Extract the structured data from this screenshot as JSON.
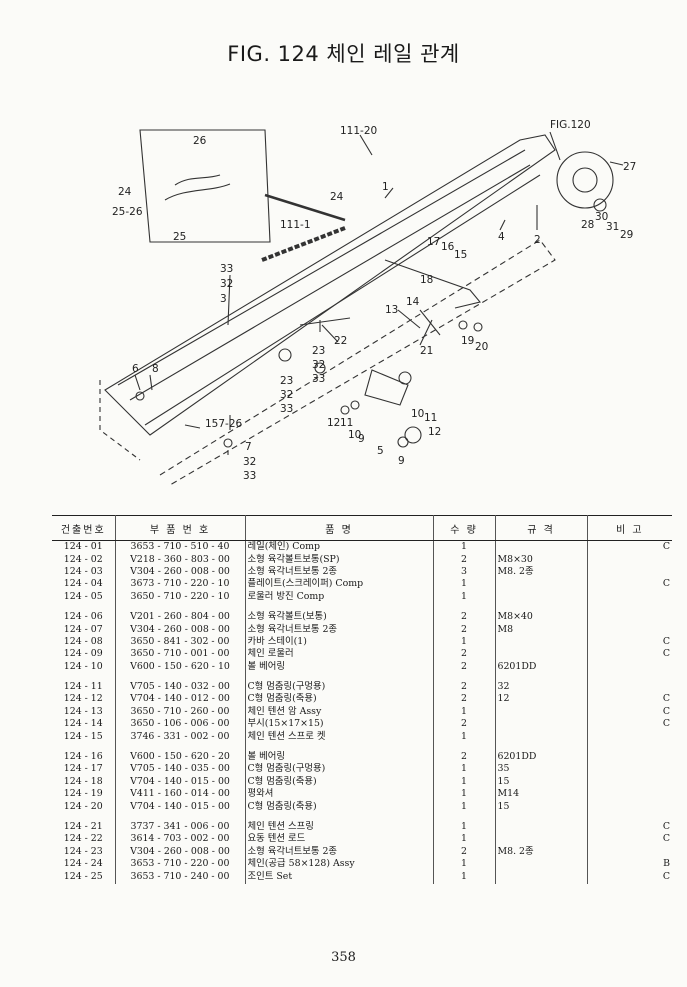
{
  "title": "FIG. 124 체인 레일 관계",
  "figure_labels": {
    "l111_20": "111-20",
    "fig120": "FIG.120",
    "l26": "26",
    "l24a": "24",
    "l25_26": "25-26",
    "l25": "25",
    "l24b": "24",
    "l111_1": "111-1",
    "l1": "1",
    "l27": "27",
    "l4": "4",
    "l2": "2",
    "l28": "28",
    "l30": "30",
    "l31": "31",
    "l29": "29",
    "l17": "17",
    "l16": "16",
    "l15": "15",
    "l18": "18",
    "l14": "14",
    "l13": "13",
    "l33a": "33",
    "l32a": "32",
    "l3": "3",
    "l22": "22",
    "l23a": "23",
    "l32b": "32",
    "l33b": "33",
    "l21": "21",
    "l19": "19",
    "l20": "20",
    "l6": "6",
    "l8": "8",
    "l23b": "23",
    "l32c": "32",
    "l33c": "33",
    "l157_26": "157-26",
    "l7": "7",
    "l32d": "32",
    "l33d": "33",
    "l12a": "12",
    "l11a": "11",
    "l10a": "10",
    "l9a": "9",
    "l5": "5",
    "l10b": "10",
    "l11b": "11",
    "l12b": "12",
    "l9b": "9"
  },
  "table": {
    "headers": [
      "건출번호",
      "부 품 번 호",
      "품 명",
      "수 량",
      "규 격",
      "비 고"
    ],
    "groups": [
      [
        {
          "no": "124 - 01",
          "part": "3653 - 710 - 510 - 40",
          "name": "레일(체인) Comp",
          "qty": "1",
          "spec": "",
          "remark": "C"
        },
        {
          "no": "124 - 02",
          "part": "V218 - 360 - 803 - 00",
          "name": "소형 육각볼트보통(SP)",
          "qty": "2",
          "spec": "M8×30",
          "remark": ""
        },
        {
          "no": "124 - 03",
          "part": "V304 - 260 - 008 - 00",
          "name": "소형 육각너트보통 2종",
          "qty": "3",
          "spec": "M8. 2종",
          "remark": ""
        },
        {
          "no": "124 - 04",
          "part": "3673 - 710 - 220 - 10",
          "name": "플레이트(스크레이퍼) Comp",
          "qty": "1",
          "spec": "",
          "remark": "C"
        },
        {
          "no": "124 - 05",
          "part": "3650 - 710 - 220 - 10",
          "name": "로울러 방진 Comp",
          "qty": "1",
          "spec": "",
          "remark": ""
        }
      ],
      [
        {
          "no": "124 - 06",
          "part": "V201 - 260 - 804 - 00",
          "name": "소형 육각볼트(보통)",
          "qty": "2",
          "spec": "M8×40",
          "remark": ""
        },
        {
          "no": "124 - 07",
          "part": "V304 - 260 - 008 - 00",
          "name": "소형 육각너트보통 2종",
          "qty": "2",
          "spec": "M8",
          "remark": ""
        },
        {
          "no": "124 - 08",
          "part": "3650 - 841 - 302 - 00",
          "name": "카바 스테이(1)",
          "qty": "1",
          "spec": "",
          "remark": "C"
        },
        {
          "no": "124 - 09",
          "part": "3650 - 710 - 001 - 00",
          "name": "체인 로울러",
          "qty": "2",
          "spec": "",
          "remark": "C"
        },
        {
          "no": "124 - 10",
          "part": "V600 - 150 - 620 - 10",
          "name": "볼 베어링",
          "qty": "2",
          "spec": "6201DD",
          "remark": ""
        }
      ],
      [
        {
          "no": "124 - 11",
          "part": "V705 - 140 - 032 - 00",
          "name": "C형 멈춤링(구멍용)",
          "qty": "2",
          "spec": "32",
          "remark": ""
        },
        {
          "no": "124 - 12",
          "part": "V704 - 140 - 012 - 00",
          "name": "C형 멈춤링(축용)",
          "qty": "2",
          "spec": "12",
          "remark": "C"
        },
        {
          "no": "124 - 13",
          "part": "3650 - 710 - 260 - 00",
          "name": "체인 텐션 암 Assy",
          "qty": "1",
          "spec": "",
          "remark": "C"
        },
        {
          "no": "124 - 14",
          "part": "3650 - 106 - 006 - 00",
          "name": "부시(15×17×15)",
          "qty": "2",
          "spec": "",
          "remark": "C"
        },
        {
          "no": "124 - 15",
          "part": "3746 - 331 - 002 - 00",
          "name": "체인 텐션 스프로 켓",
          "qty": "1",
          "spec": "",
          "remark": ""
        }
      ],
      [
        {
          "no": "124 - 16",
          "part": "V600 - 150 - 620 - 20",
          "name": "볼 베어링",
          "qty": "2",
          "spec": "6201DD",
          "remark": ""
        },
        {
          "no": "124 - 17",
          "part": "V705 - 140 - 035 - 00",
          "name": "C형 멈춤링(구멍용)",
          "qty": "1",
          "spec": "35",
          "remark": ""
        },
        {
          "no": "124 - 18",
          "part": "V704 - 140 - 015 - 00",
          "name": "C형 멈춤링(축용)",
          "qty": "1",
          "spec": "15",
          "remark": ""
        },
        {
          "no": "124 - 19",
          "part": "V411 - 160 - 014 - 00",
          "name": "평와셔",
          "qty": "1",
          "spec": "M14",
          "remark": ""
        },
        {
          "no": "124 - 20",
          "part": "V704 - 140 - 015 - 00",
          "name": "C형 멈춤링(축용)",
          "qty": "1",
          "spec": "15",
          "remark": ""
        }
      ],
      [
        {
          "no": "124 - 21",
          "part": "3737 - 341 - 006 - 00",
          "name": "체인 텐션 스프링",
          "qty": "1",
          "spec": "",
          "remark": "C"
        },
        {
          "no": "124 - 22",
          "part": "3614 - 703 - 002 - 00",
          "name": "요동 텐션 로드",
          "qty": "1",
          "spec": "",
          "remark": "C"
        },
        {
          "no": "124 - 23",
          "part": "V304 - 260 - 008 - 00",
          "name": "소형 육각너트보통 2종",
          "qty": "2",
          "spec": "M8. 2종",
          "remark": ""
        },
        {
          "no": "124 - 24",
          "part": "3653 - 710 - 220 - 00",
          "name": "체인(공급 58×128) Assy",
          "qty": "1",
          "spec": "",
          "remark": "B"
        },
        {
          "no": "124 - 25",
          "part": "3653 - 710 - 240 - 00",
          "name": "조인트 Set",
          "qty": "1",
          "spec": "",
          "remark": "C"
        }
      ]
    ]
  },
  "page_number": "358"
}
